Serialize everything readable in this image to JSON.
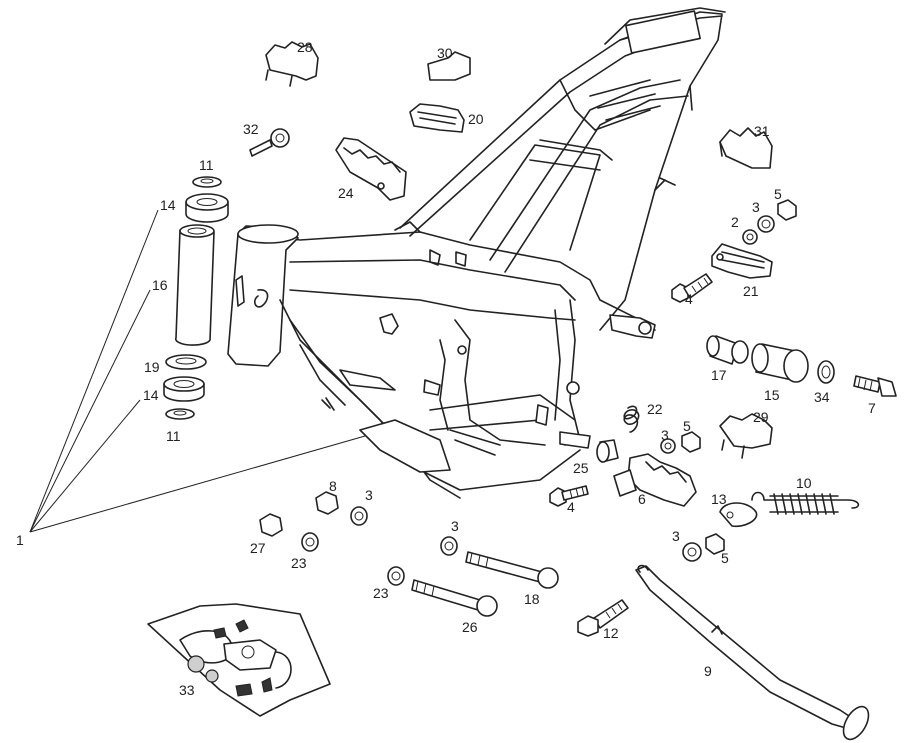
{
  "callouts": [
    {
      "id": "c1",
      "text": "1"
    },
    {
      "id": "c2",
      "text": "2"
    },
    {
      "id": "c3a",
      "text": "3"
    },
    {
      "id": "c3b",
      "text": "3"
    },
    {
      "id": "c3c",
      "text": "3"
    },
    {
      "id": "c3d",
      "text": "3"
    },
    {
      "id": "c3e",
      "text": "3"
    },
    {
      "id": "c4a",
      "text": "4"
    },
    {
      "id": "c4b",
      "text": "4"
    },
    {
      "id": "c5a",
      "text": "5"
    },
    {
      "id": "c5b",
      "text": "5"
    },
    {
      "id": "c5c",
      "text": "5"
    },
    {
      "id": "c6",
      "text": "6"
    },
    {
      "id": "c7",
      "text": "7"
    },
    {
      "id": "c8",
      "text": "8"
    },
    {
      "id": "c9",
      "text": "9"
    },
    {
      "id": "c10",
      "text": "10"
    },
    {
      "id": "c11a",
      "text": "11"
    },
    {
      "id": "c11b",
      "text": "11"
    },
    {
      "id": "c12",
      "text": "12"
    },
    {
      "id": "c13",
      "text": "13"
    },
    {
      "id": "c14a",
      "text": "14"
    },
    {
      "id": "c14b",
      "text": "14"
    },
    {
      "id": "c15",
      "text": "15"
    },
    {
      "id": "c16",
      "text": "16"
    },
    {
      "id": "c17",
      "text": "17"
    },
    {
      "id": "c18",
      "text": "18"
    },
    {
      "id": "c19",
      "text": "19"
    },
    {
      "id": "c20",
      "text": "20"
    },
    {
      "id": "c21",
      "text": "21"
    },
    {
      "id": "c22",
      "text": "22"
    },
    {
      "id": "c23a",
      "text": "23"
    },
    {
      "id": "c23b",
      "text": "23"
    },
    {
      "id": "c24",
      "text": "24"
    },
    {
      "id": "c25",
      "text": "25"
    },
    {
      "id": "c26",
      "text": "26"
    },
    {
      "id": "c27",
      "text": "27"
    },
    {
      "id": "c28",
      "text": "28"
    },
    {
      "id": "c29",
      "text": "29"
    },
    {
      "id": "c30",
      "text": "30"
    },
    {
      "id": "c31",
      "text": "31"
    },
    {
      "id": "c32",
      "text": "32"
    },
    {
      "id": "c33",
      "text": "33"
    },
    {
      "id": "c34",
      "text": "34"
    }
  ],
  "colors": {
    "ink": "#222222",
    "background": "#ffffff"
  }
}
